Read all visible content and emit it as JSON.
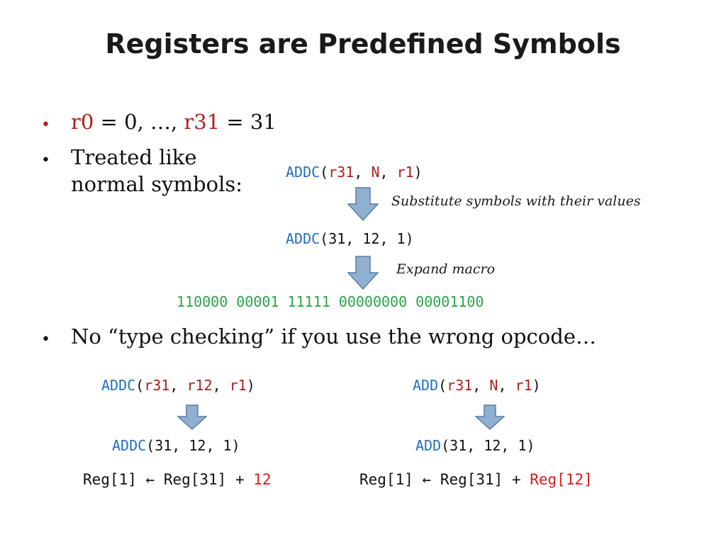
{
  "title": "Registers are Predefined Symbols",
  "bullet_symbol": "•",
  "bullet1": {
    "r0": "r0",
    "eq1": " = 0, …, ",
    "r31": "r31",
    "eq2": " = 31"
  },
  "bullet2": {
    "line1": "Treated like",
    "line2": "normal symbols:"
  },
  "bullet3": {
    "text": "No “type checking” if you use the wrong opcode…"
  },
  "flow": {
    "step1": {
      "op": "ADDC",
      "open": "(",
      "a": "r31",
      "sep1": ", ",
      "b": "N",
      "sep2": ", ",
      "c": "r1",
      "close": ")"
    },
    "note1": "Substitute symbols with their values",
    "step2": {
      "op": "ADDC",
      "args": "(31, 12, 1)"
    },
    "note2": "Expand macro",
    "binary": "110000 00001 11111 00000000 00001100"
  },
  "left_example": {
    "step1": {
      "op": "ADDC",
      "open": "(",
      "a": "r31",
      "sep1": ", ",
      "b": "r12",
      "sep2": ", ",
      "c": "r1",
      "close": ")"
    },
    "step2": {
      "op": "ADDC",
      "args": "(31, 12, 1)"
    },
    "result": {
      "lhs": "Reg[1] ",
      "arrow": "←",
      "rhs": " Reg[31] + ",
      "term": "12"
    }
  },
  "right_example": {
    "step1": {
      "op": "ADD",
      "open": "(",
      "a": "r31",
      "sep1": ", ",
      "b": "N",
      "sep2": ", ",
      "c": "r1",
      "close": ")"
    },
    "step2": {
      "op": "ADD",
      "args": "(31, 12, 1)"
    },
    "result": {
      "lhs": "Reg[1] ",
      "arrow": "←",
      "rhs": " Reg[31] + ",
      "term": "Reg[12]"
    }
  },
  "icons": [
    "down-arrow-icon"
  ],
  "colors": {
    "keyword": "#1f6fc1",
    "register": "#b01e1e",
    "highlight": "#d81b1b",
    "binary": "#2aa44a",
    "arrow_fill": "#8fb0d0",
    "arrow_stroke": "#5a7ea6"
  }
}
